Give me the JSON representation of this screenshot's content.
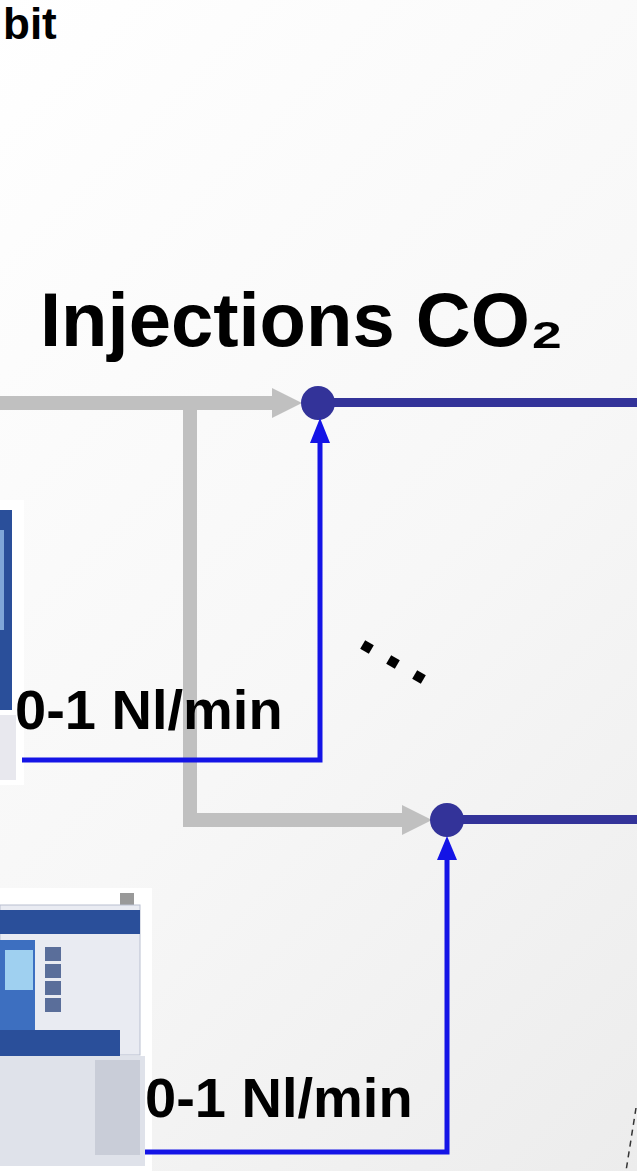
{
  "diagram": {
    "title": "Injections CO₂",
    "labels": [
      "bit",
      "0-1 Nl/min",
      "0-1 Nl/min"
    ]
  }
}
